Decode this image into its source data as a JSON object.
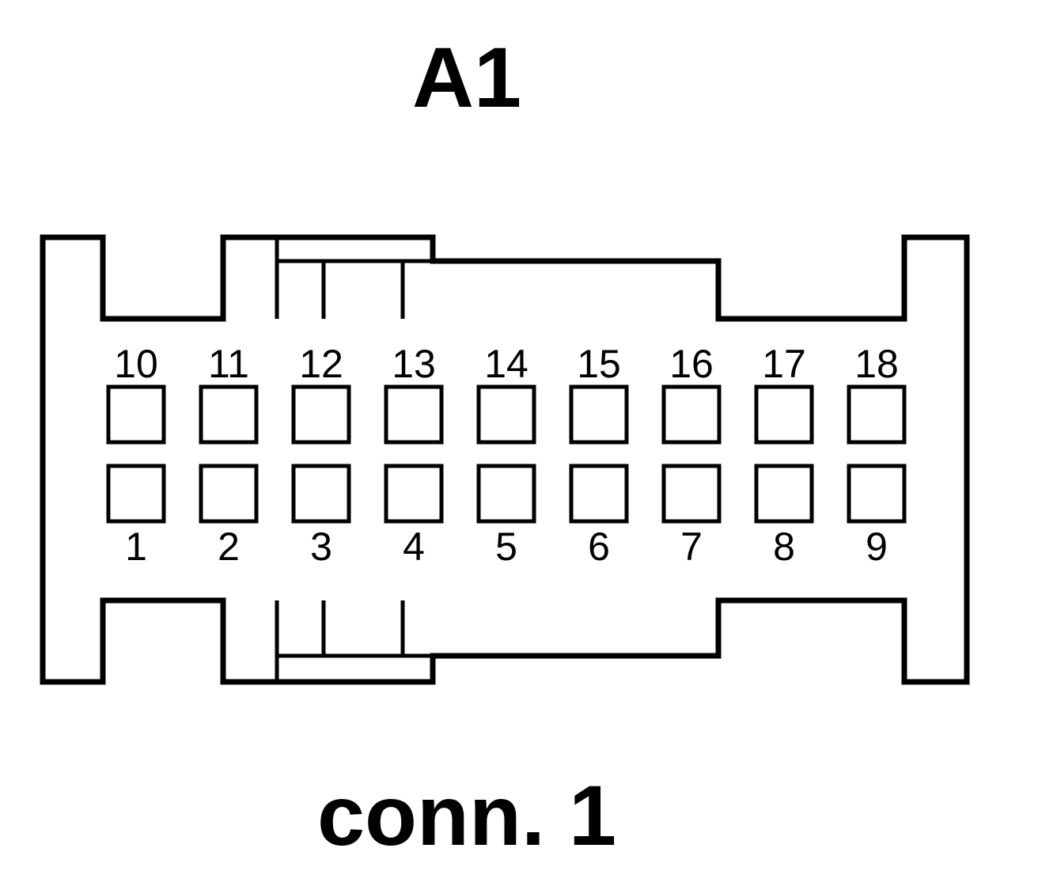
{
  "connector": {
    "name": "A1",
    "caption": "conn. 1",
    "top_row_pins": [
      "10",
      "11",
      "12",
      "13",
      "14",
      "15",
      "16",
      "17",
      "18"
    ],
    "bottom_row_pins": [
      "1",
      "2",
      "3",
      "4",
      "5",
      "6",
      "7",
      "8",
      "9"
    ]
  }
}
